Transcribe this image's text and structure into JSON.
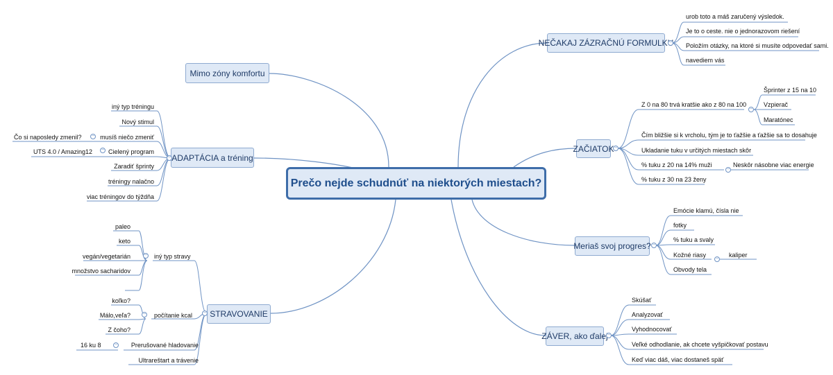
{
  "central": "Prečo nejde schudnúť na niektorých miestach?",
  "mimo": "Mimo zóny komfortu",
  "adaptacia": {
    "title": "ADAPTÁCIA a tréning",
    "items": [
      "iný typ tréningu",
      "Nový stimul",
      "musíš niečo zmeniť",
      "Cielený program",
      "Zaradiť šprinty",
      "tréningy nalačno",
      "viac tréningov do týždňa"
    ],
    "zmenil": "Čo si naposledy zmenil?",
    "uts": "UTS 4.0 / Amazing12"
  },
  "stravovanie": {
    "title": "STRAVOVANIE",
    "iny_typ": "iný typ stravy",
    "diets": [
      "paleo",
      "keto",
      "vegán/vegetarián",
      "množstvo sacharidov",
      ""
    ],
    "pocitanie": "počítanie kcal",
    "kcal": [
      "koľko?",
      "Málo,veľa?",
      "Z čoho?"
    ],
    "prerusovane": "Prerušované hladovanie",
    "ku8": "16 ku 8",
    "ultra": "Ultrareštart a trávenie"
  },
  "necakaj": {
    "title": "NEČAKAJ ZÁZRAČNÚ FORMULKU",
    "items": [
      "urob toto a máš zaručený výsledok.",
      "Je to o ceste. nie o jednorazovom riešení",
      "Položím otázky, na ktoré si musíte odpovedať sami.",
      "navediem vás"
    ]
  },
  "zaciatok": {
    "title": "ZAČIATOK",
    "z0": "Z 0 na 80 trvá kratšie ako z 80 na 100",
    "z0_sub": [
      "Šprinter z 15 na 10",
      "Vzpierač",
      "Maratónec"
    ],
    "items": [
      "Čím bližšie si k vrcholu, tým je to ťažšie a ťažšie sa to dosahuje",
      "Ukladanie tuku v určitých miestach skôr",
      "% tuku z 20 na 14% muži",
      "% tuku z 30 na 23 ženy"
    ],
    "nieskor": "Neskôr násobne viac energie"
  },
  "meras": {
    "title": "Meriaš svoj progres?",
    "items": [
      "Emócie klamú, čísla nie",
      "fotky",
      "% tuku a svaly",
      "Kožné riasy",
      "Obvody tela"
    ],
    "kaliper": "kaliper"
  },
  "zaver": {
    "title": "ZÁVER, ako ďalej",
    "items": [
      "Skúšať",
      "Analyzovať",
      "Vyhodnocovať",
      "Veľké odhodlanie, ak chcete vyšpičkovať postavu",
      "Keď viac dáš, viac dostaneš späť"
    ]
  }
}
